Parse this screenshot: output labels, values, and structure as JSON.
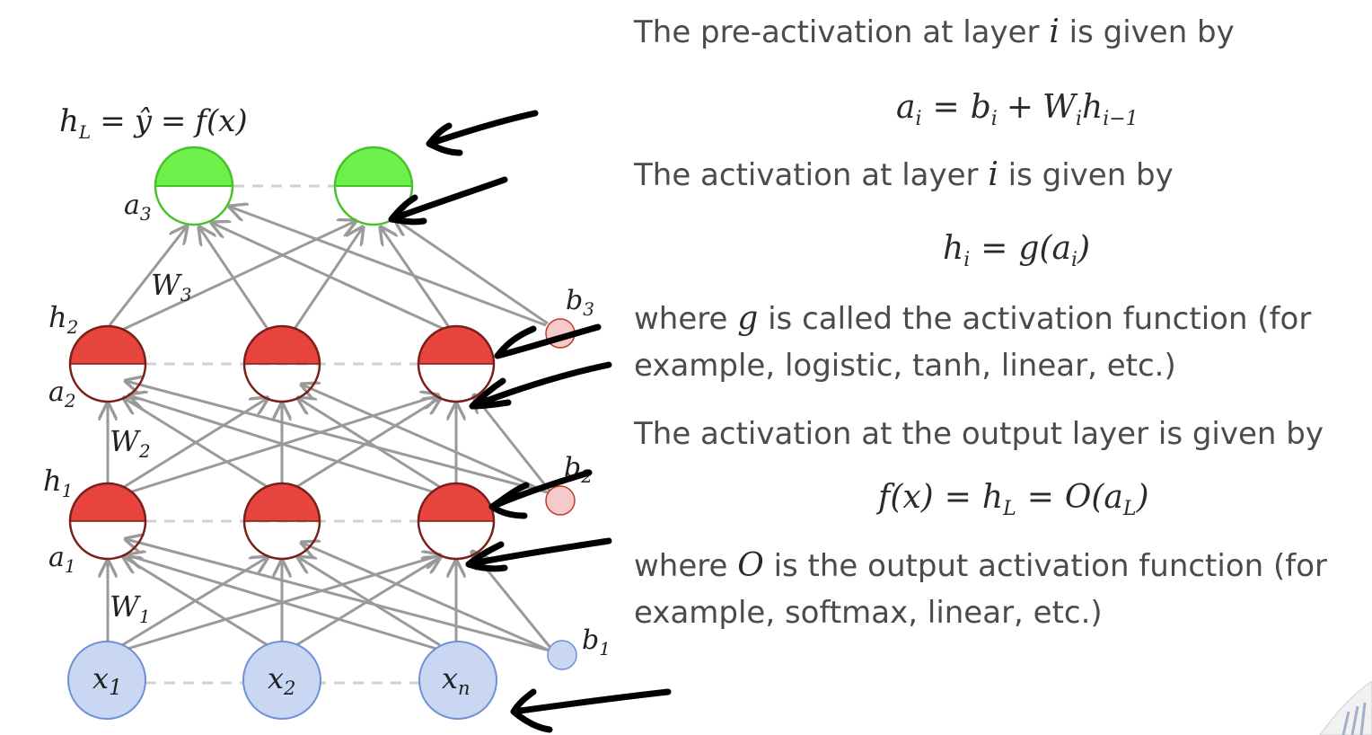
{
  "diagram": {
    "top_label": "h_L = ŷ = f(x)",
    "top_label_parts": {
      "h": "h",
      "L": "L",
      "eq1": "=",
      "yhat": "ŷ",
      "eq2": "=",
      "fx": "f(x)"
    },
    "layer_labels": {
      "a3": {
        "main": "a",
        "sub": "3"
      },
      "h2": {
        "main": "h",
        "sub": "2"
      },
      "a2": {
        "main": "a",
        "sub": "2"
      },
      "h1": {
        "main": "h",
        "sub": "1"
      },
      "a1": {
        "main": "a",
        "sub": "1"
      },
      "W3": {
        "main": "W",
        "sub": "3"
      },
      "W2": {
        "main": "W",
        "sub": "2"
      },
      "W1": {
        "main": "W",
        "sub": "1"
      },
      "b3": {
        "main": "b",
        "sub": "3"
      },
      "b2": {
        "main": "b",
        "sub": "2"
      },
      "b1": {
        "main": "b",
        "sub": "1"
      }
    },
    "inputs": [
      {
        "main": "x",
        "sub": "1"
      },
      {
        "main": "x",
        "sub": "2"
      },
      {
        "main": "x",
        "sub": "n"
      }
    ],
    "colors": {
      "output": "#6ef04a",
      "hidden": "#e8443e",
      "input": "#c9d7f2",
      "input_stroke": "#6f8fd6",
      "bias": "#f6caca",
      "edge": "#9a9a9a",
      "ink": "#000000"
    }
  },
  "text": {
    "line1_pre": "The pre-activation at layer",
    "line1_var": "i",
    "line1_post": "is given by",
    "eq1": {
      "a": "a",
      "ai": "i",
      "eq": "=",
      "b": "b",
      "bi": "i",
      "plus": "+",
      "W": "W",
      "Wi": "i",
      "h": "h",
      "hsub": "i−1"
    },
    "line2_pre": "The activation at layer",
    "line2_var": "i",
    "line2_post": "is given by",
    "eq2": {
      "h": "h",
      "hi": "i",
      "eq": "=",
      "g": "g(a",
      "gi": "i",
      "close": ")"
    },
    "line3_pre": "where",
    "line3_var": "g",
    "line3_post": "is called the activation function (for",
    "line4": "example, logistic, tanh, linear, etc.)",
    "line5": "The activation at the output layer is given by",
    "eq3": {
      "f": "f(x)",
      "eq1": "=",
      "h": "h",
      "hL": "L",
      "eq2": "=",
      "O": "O(a",
      "aL": "L",
      "close": ")"
    },
    "line6_pre": "where",
    "line6_var": "O",
    "line6_post": "is the output activation function (for",
    "line7": "example, softmax, linear, etc.)"
  }
}
